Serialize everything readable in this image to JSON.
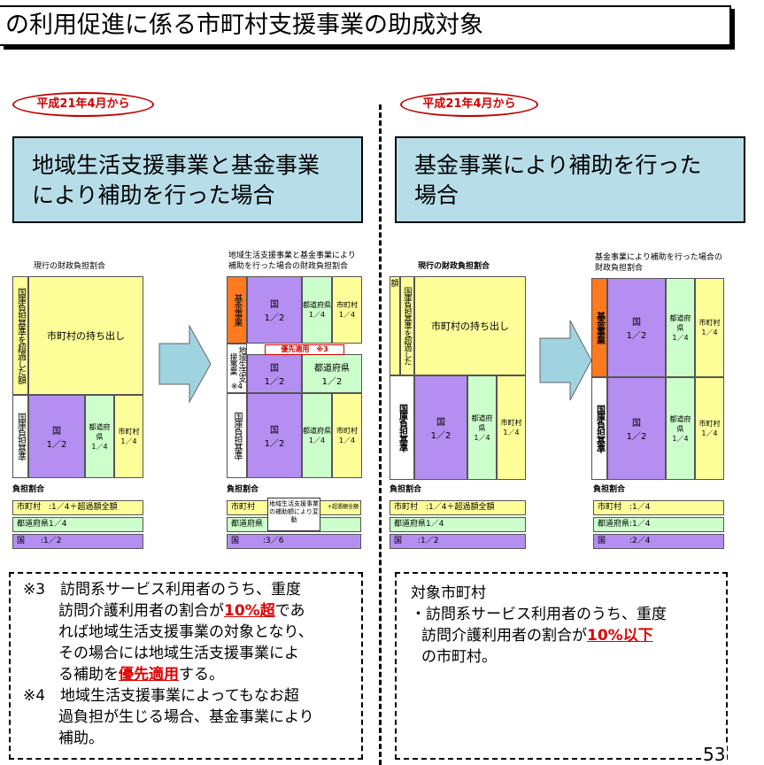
{
  "title": "の利用促進に係る市町村支援事業の助成対象",
  "left": {
    "badge": "平成21年4月から",
    "heading_line1": "地域生活支援事業と基金事業",
    "heading_line2": "により補助を行った場合",
    "current_caption": "現行の財政負担割合",
    "new_caption_line1": "地域生活支援事業と基金事業により",
    "new_caption_line2": "補助を行った場合の財政負担割合",
    "current": {
      "excess_label": "国庫負担基準を超過した額",
      "excess_body": "市町村の持ち出し",
      "base_label": "国庫負担基準",
      "kuni": "国",
      "kuni_ratio": "1／2",
      "pref": "都道府県",
      "pref_ratio": "1／4",
      "city": "市町村",
      "city_ratio": "1／4"
    },
    "new": {
      "fund_label": "基金事業",
      "local_label": "地域生活支援事業",
      "local_note": "※4",
      "base_label": "国庫負担基準",
      "priority": "優先適用　※3",
      "kuni": "国",
      "kuni_ratio": "1／2",
      "pref": "都道府県",
      "pref_ratio": "1／4",
      "pref_half": "1／2",
      "city": "市町村",
      "city_ratio": "1／4"
    },
    "burden_title": "負担割合",
    "bars_current": [
      "市町村　:1／4＋超過額全額",
      "都道府県1／4",
      "国　　:1／2"
    ],
    "bars_new_city": "市町村",
    "bars_new_city_tail": "+超過額全額",
    "bars_new_pref": "都道府県",
    "bars_new_kuni": "国　　　:3／6",
    "bars_new_popup": "地域生活支援事業の補助額により変動",
    "notes": [
      "※3　訪問系サービス利用者のうち、重度",
      "訪問介護利用者の割合が",
      "10%超",
      "であ",
      "れば地域生活支援事業の対象となり、",
      "その場合には地域生活支援事業によ",
      "る補助を",
      "優先適用",
      "する。",
      "※4　地域生活支援事業によってもなお超",
      "過負担が生じる場合、基金事業により",
      "補助。"
    ]
  },
  "right": {
    "badge": "平成21年4月から",
    "heading_line1": "基金事業により補助を行った",
    "heading_line2": "場合",
    "current_caption": "現行の財政負担割合",
    "new_caption_line1": "基金事業により補助を行った場合の",
    "new_caption_line2": "財政負担割合",
    "current": {
      "excess_label_top": "額",
      "excess_label": "国庫負担基準を超過した",
      "excess_body": "市町村の持ち出し",
      "base_label": "国庫負担基準",
      "kuni": "国",
      "kuni_ratio": "1／2",
      "pref": "都道府県",
      "pref_ratio": "1／4",
      "city": "市町村",
      "city_ratio": "1／4"
    },
    "new": {
      "fund_label": "基金事業",
      "base_label": "国庫負担基準",
      "kuni": "国",
      "kuni_ratio": "1／2",
      "pref": "都道府県",
      "pref_ratio": "1／4",
      "city": "市町村",
      "city_ratio": "1／4"
    },
    "burden_title": "負担割合",
    "bars_current": [
      "市町村　:1／4＋超過額全額",
      "都道府県1／4",
      "国　　:1／2"
    ],
    "bars_new": [
      "市町村　:1／4",
      "都道府県:1／4",
      "国　　　:2／4"
    ],
    "notes_title": "対象市町村",
    "notes": [
      "・訪問系サービス利用者のうち、重度",
      "訪問介護利用者の割合が",
      "10%以下",
      "の市町村。"
    ]
  },
  "page_number": "53",
  "colors": {
    "heading_bg": "#b7dde8",
    "purple": "#b48ef0",
    "yellow": "#ffff99",
    "green": "#ccffcc",
    "orange": "#ff7a1f",
    "accent_red": "#e00000"
  }
}
